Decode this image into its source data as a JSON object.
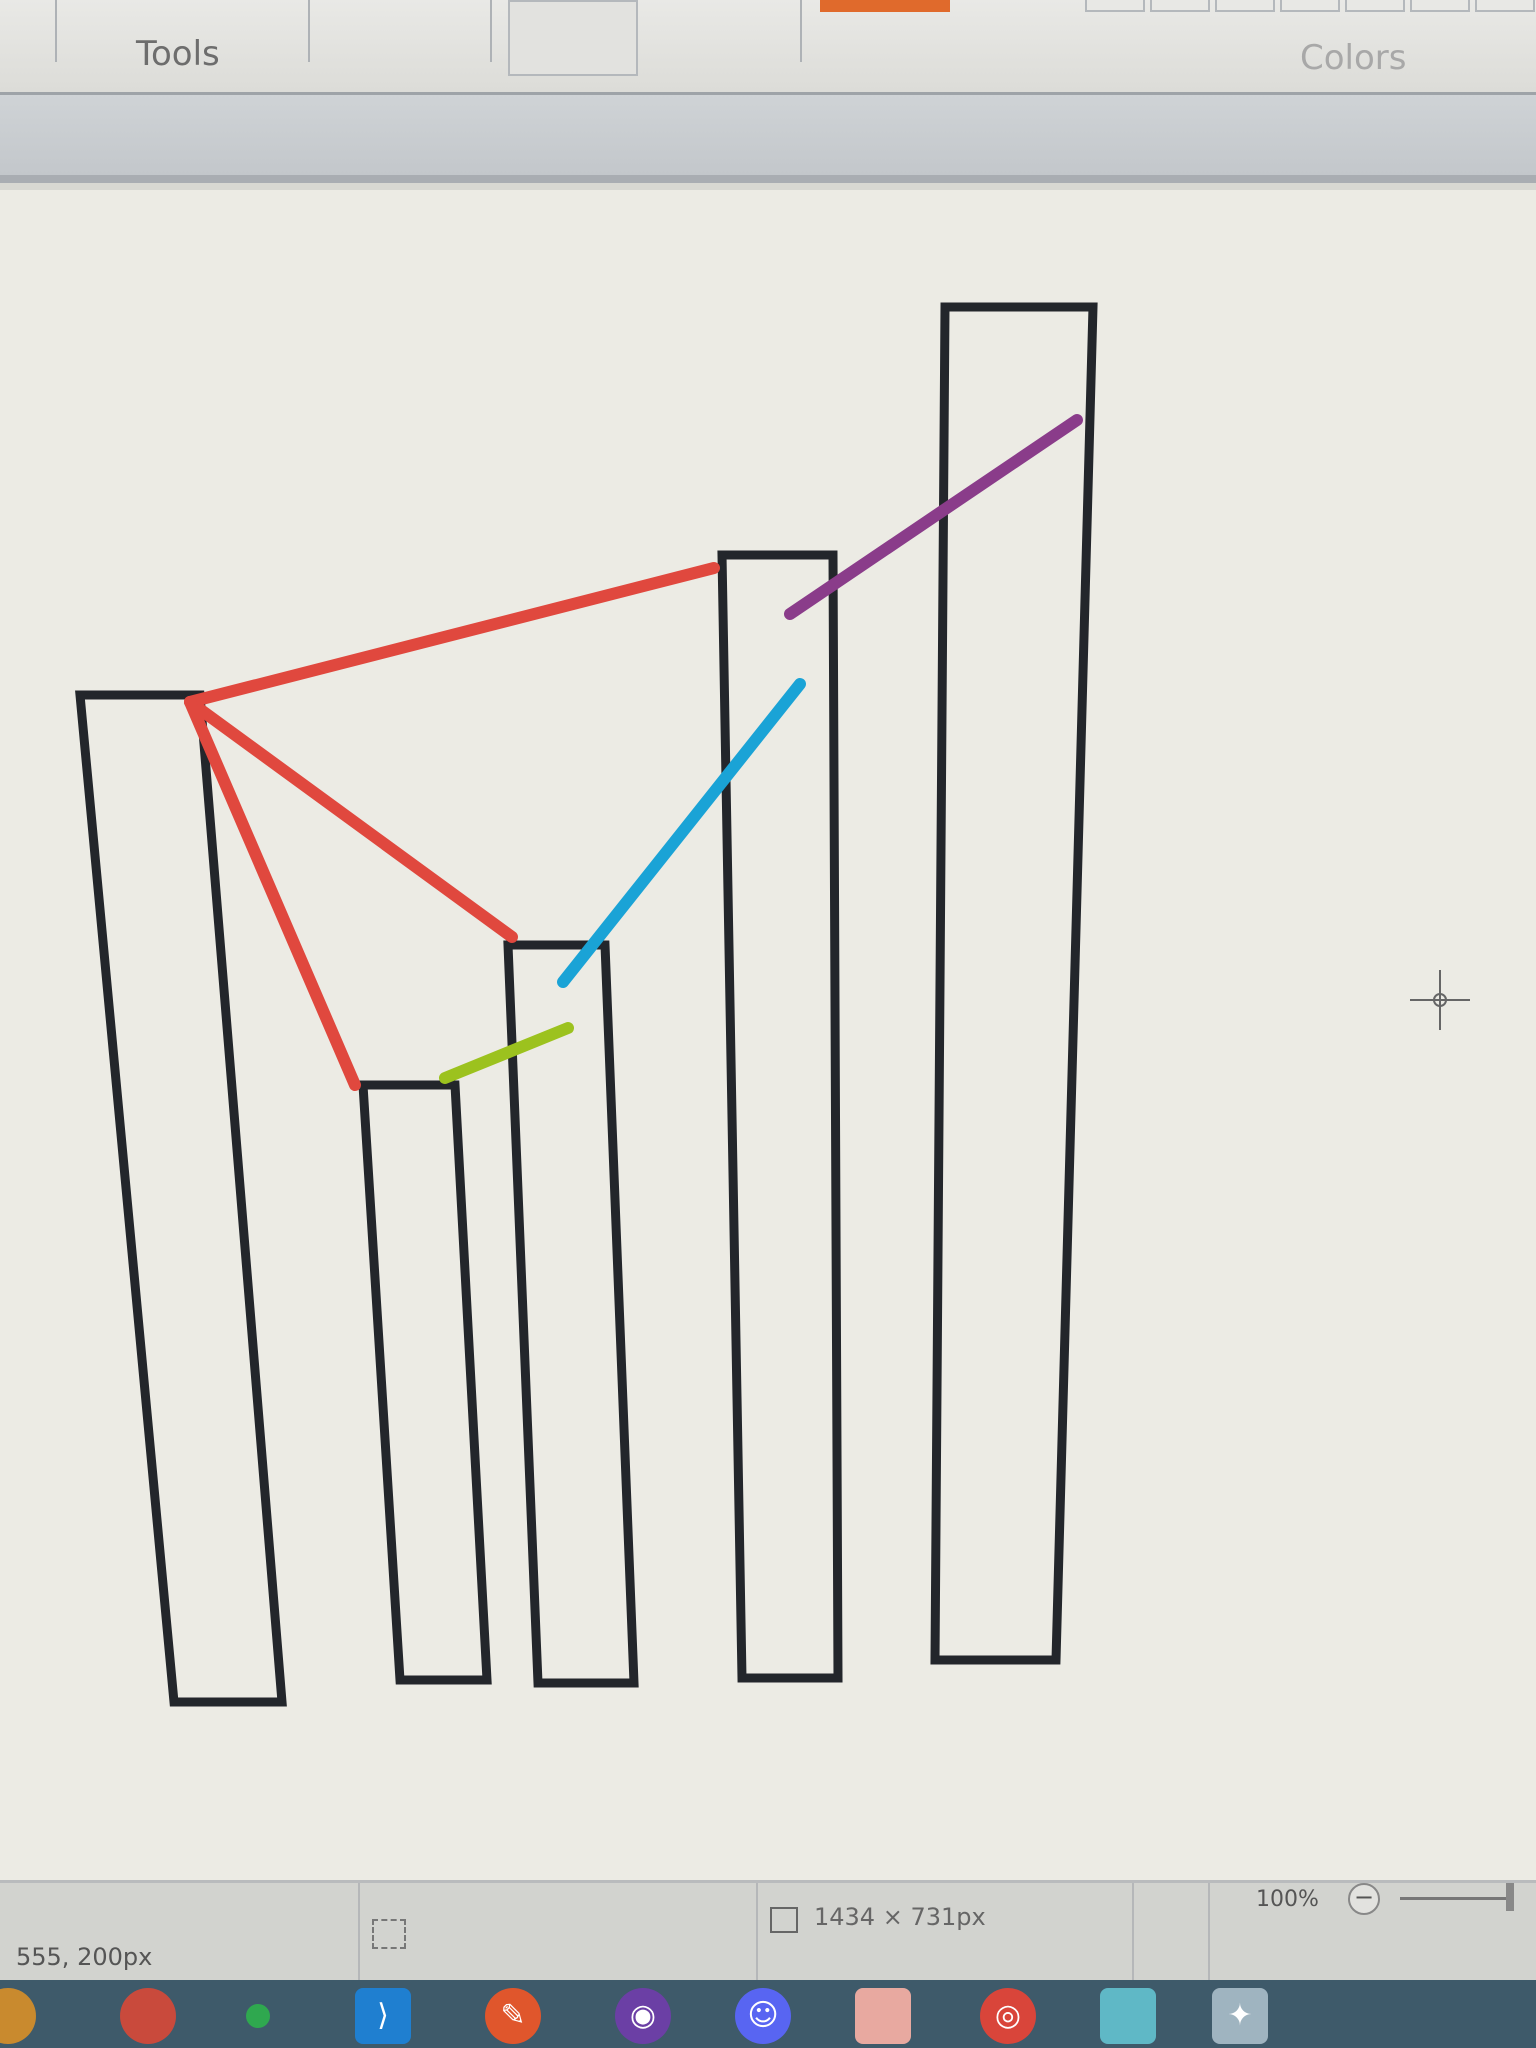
{
  "ribbon": {
    "tools_label": "Tools",
    "colors_label": "Colors"
  },
  "canvas": {
    "background": "#ecebe4",
    "outline_color": "#23262b",
    "line_colors": {
      "red": "#e0483e",
      "blue": "#1aa3d6",
      "green": "#9cc21e",
      "purple": "#8a3c8a"
    }
  },
  "statusbar": {
    "cursor_position": "555, 200px",
    "canvas_size": "1434 × 731px",
    "zoom": "100%",
    "zoom_out_symbol": "−"
  },
  "taskbar": {
    "icons": [
      "app-icon",
      "paint-tool-icon",
      "green-dot-icon",
      "vscode-icon",
      "pen-app-icon",
      "media-app-icon",
      "discord-icon",
      "colorful-app-icon",
      "chrome-icon",
      "photo-app-icon",
      "paint-palette-icon"
    ]
  }
}
